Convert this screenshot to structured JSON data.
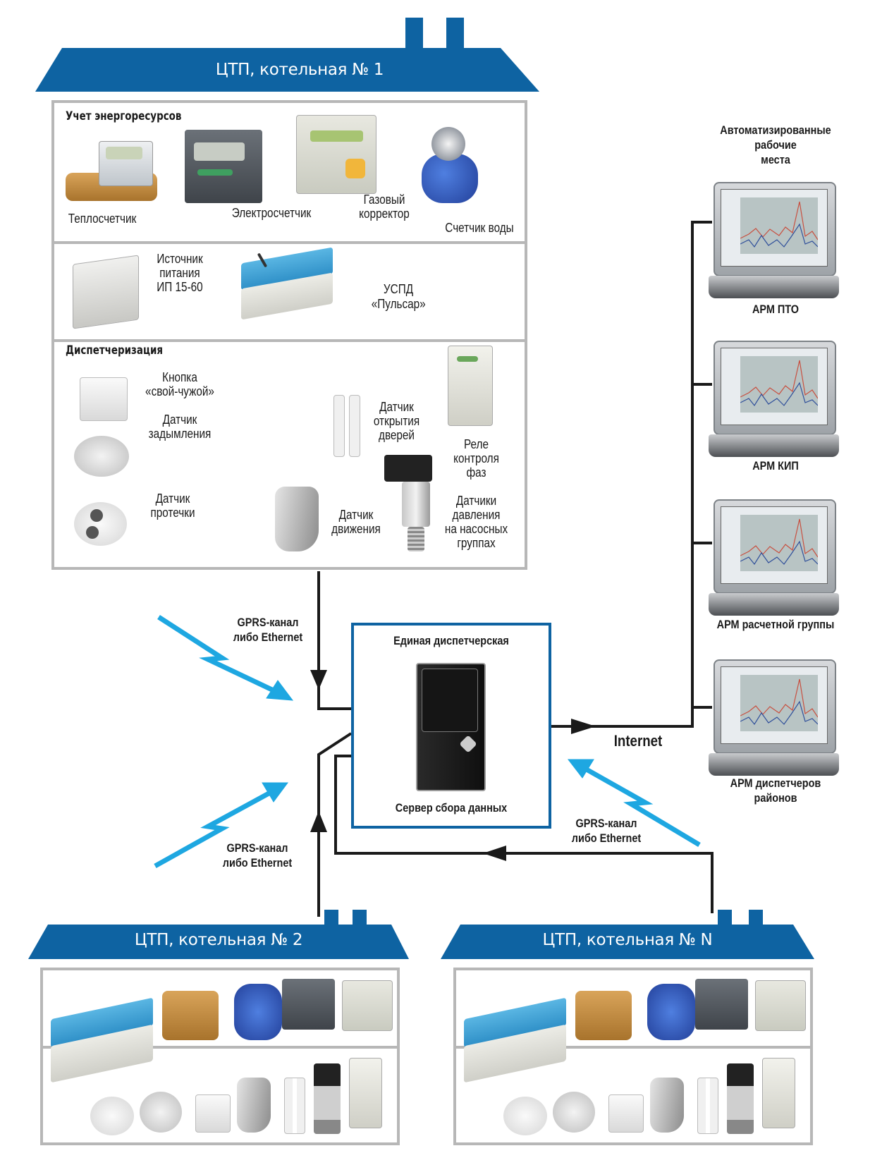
{
  "colors": {
    "brand_blue": "#0e63a2",
    "wireless_blue": "#1ea7e1",
    "line_black": "#1a1a1a",
    "box_gray": "#b7b7b7"
  },
  "site1": {
    "title": "ЦТП, котельная № 1",
    "metering": {
      "title": "Учет энергоресурсов",
      "devices": [
        "Теплосчетчик",
        "Электросчетчик",
        "Газовый корректор",
        "Счетчик воды"
      ]
    },
    "controller": {
      "power_supply": [
        "Источник",
        "питания",
        "ИП 15-60"
      ],
      "uspd": [
        "УСПД",
        "«Пульсар»"
      ]
    },
    "dispatch": {
      "title": "Диспетчеризация",
      "devices": [
        [
          "Кнопка",
          "«свой-чужой»"
        ],
        [
          "Датчик",
          "задымления"
        ],
        [
          "Датчик",
          "протечки"
        ],
        [
          "Датчик",
          "движения"
        ],
        [
          "Датчик",
          "открытия",
          "дверей"
        ],
        [
          "Реле",
          "контроля",
          "фаз"
        ],
        [
          "Датчики",
          "давления",
          "на насосных",
          "группах"
        ]
      ]
    }
  },
  "links": {
    "channel_1": [
      "GPRS-канал",
      "либо Ethernet"
    ],
    "channel_2": [
      "GPRS-канал",
      "либо Ethernet"
    ],
    "channel_n": [
      "GPRS-канал",
      "либо Ethernet"
    ],
    "internet": "Internet"
  },
  "server": {
    "title": "Единая диспетчерская",
    "caption": "Сервер сбора данных"
  },
  "workstations": {
    "title": [
      "Автоматизированные",
      "рабочие",
      "места"
    ],
    "items": [
      [
        "АРМ ПТО"
      ],
      [
        "АРМ КИП"
      ],
      [
        "АРМ расчетной группы"
      ],
      [
        "АРМ диспетчеров",
        "районов"
      ]
    ]
  },
  "site2": {
    "title": "ЦТП, котельная № 2"
  },
  "siteN": {
    "title": "ЦТП, котельная № N"
  }
}
